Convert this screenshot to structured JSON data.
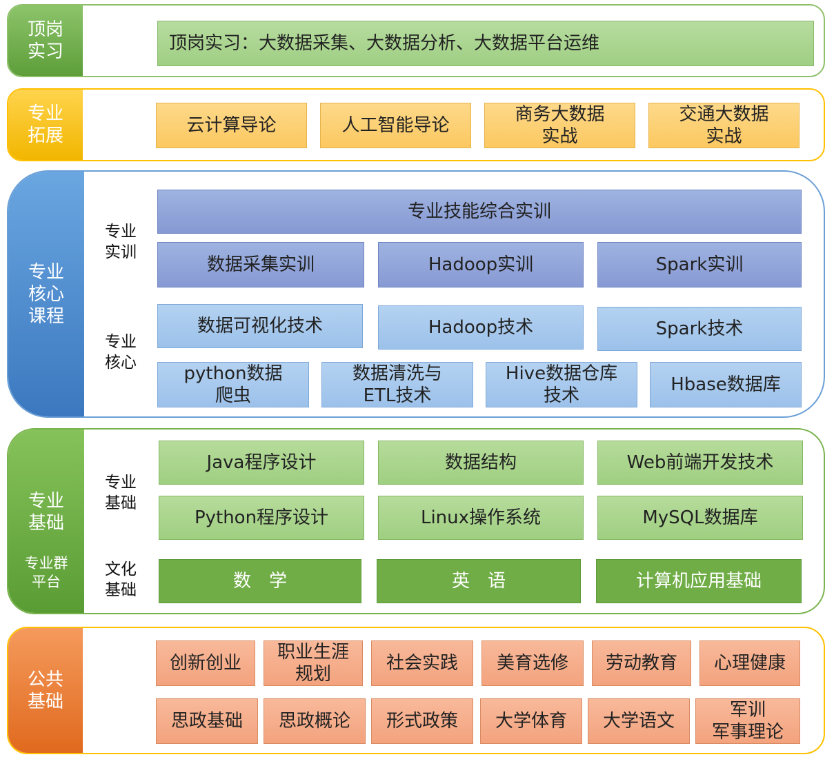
{
  "sections": {
    "internship": {
      "label": "顶岗\n实习",
      "items": [
        "顶岗实习：大数据采集、大数据分析、大数据平台运维"
      ]
    },
    "extension": {
      "label": "专业\n拓展",
      "items": [
        "云计算导论",
        "人工智能导论",
        "商务大数据\n实战",
        "交通大数据\n实战"
      ]
    },
    "core": {
      "label": "专业\n核心\n课程",
      "training_label": "专业\n实训",
      "core_label": "专业\n核心",
      "comprehensive": "专业技能综合实训",
      "training": [
        "数据采集实训",
        "Hadoop实训",
        "Spark实训"
      ],
      "core_row1": [
        "数据可视化技术",
        "Hadoop技术",
        "Spark技术"
      ],
      "core_row2": [
        "python数据\n爬虫",
        "数据清洗与\nETL技术",
        "Hive数据仓库\n技术",
        "Hbase数据库"
      ]
    },
    "foundation": {
      "label": "专业\n基础",
      "platform_label": "专业群\n平台",
      "basic_label": "专业\n基础",
      "culture_label": "文化\n基础",
      "basic_row1": [
        "Java程序设计",
        "数据结构",
        "Web前端开发技术"
      ],
      "basic_row2": [
        "Python程序设计",
        "Linux操作系统",
        "MySQL数据库"
      ],
      "culture": [
        "数　学",
        "英　语",
        "计算机应用基础"
      ]
    },
    "public": {
      "label": "公共\n基础",
      "row1": [
        "创新创业",
        "职业生涯\n规划",
        "社会实践",
        "美育选修",
        "劳动教育",
        "心理健康"
      ],
      "row2": [
        "思政基础",
        "思政概论",
        "形式政策",
        "大学体育",
        "大学语文",
        "军训\n军事理论"
      ]
    }
  },
  "colors": {
    "green": "#70ad47",
    "yellow": "#ffc000",
    "blue": "#4a86c8",
    "orange": "#ed7d31"
  }
}
